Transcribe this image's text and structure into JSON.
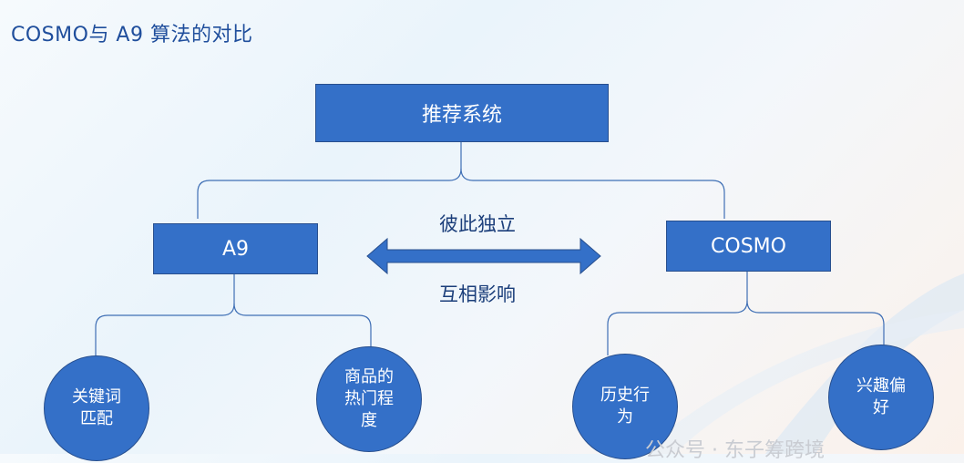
{
  "title": "COSMO与 A9 算法的对比",
  "root": "推荐系统",
  "left_node": "A9",
  "right_node": "COSMO",
  "arrow_top_label": "彼此独立",
  "arrow_bottom_label": "互相影响",
  "left_children": [
    "关键词匹配",
    "商品的热门程度"
  ],
  "right_children": [
    "历史行为",
    "兴趣偏好"
  ],
  "watermark": "公众号 · 东子筹跨境",
  "colors": {
    "node_fill": "#3470c8",
    "line": "#3f6fb5",
    "title": "#1f4e9c"
  }
}
